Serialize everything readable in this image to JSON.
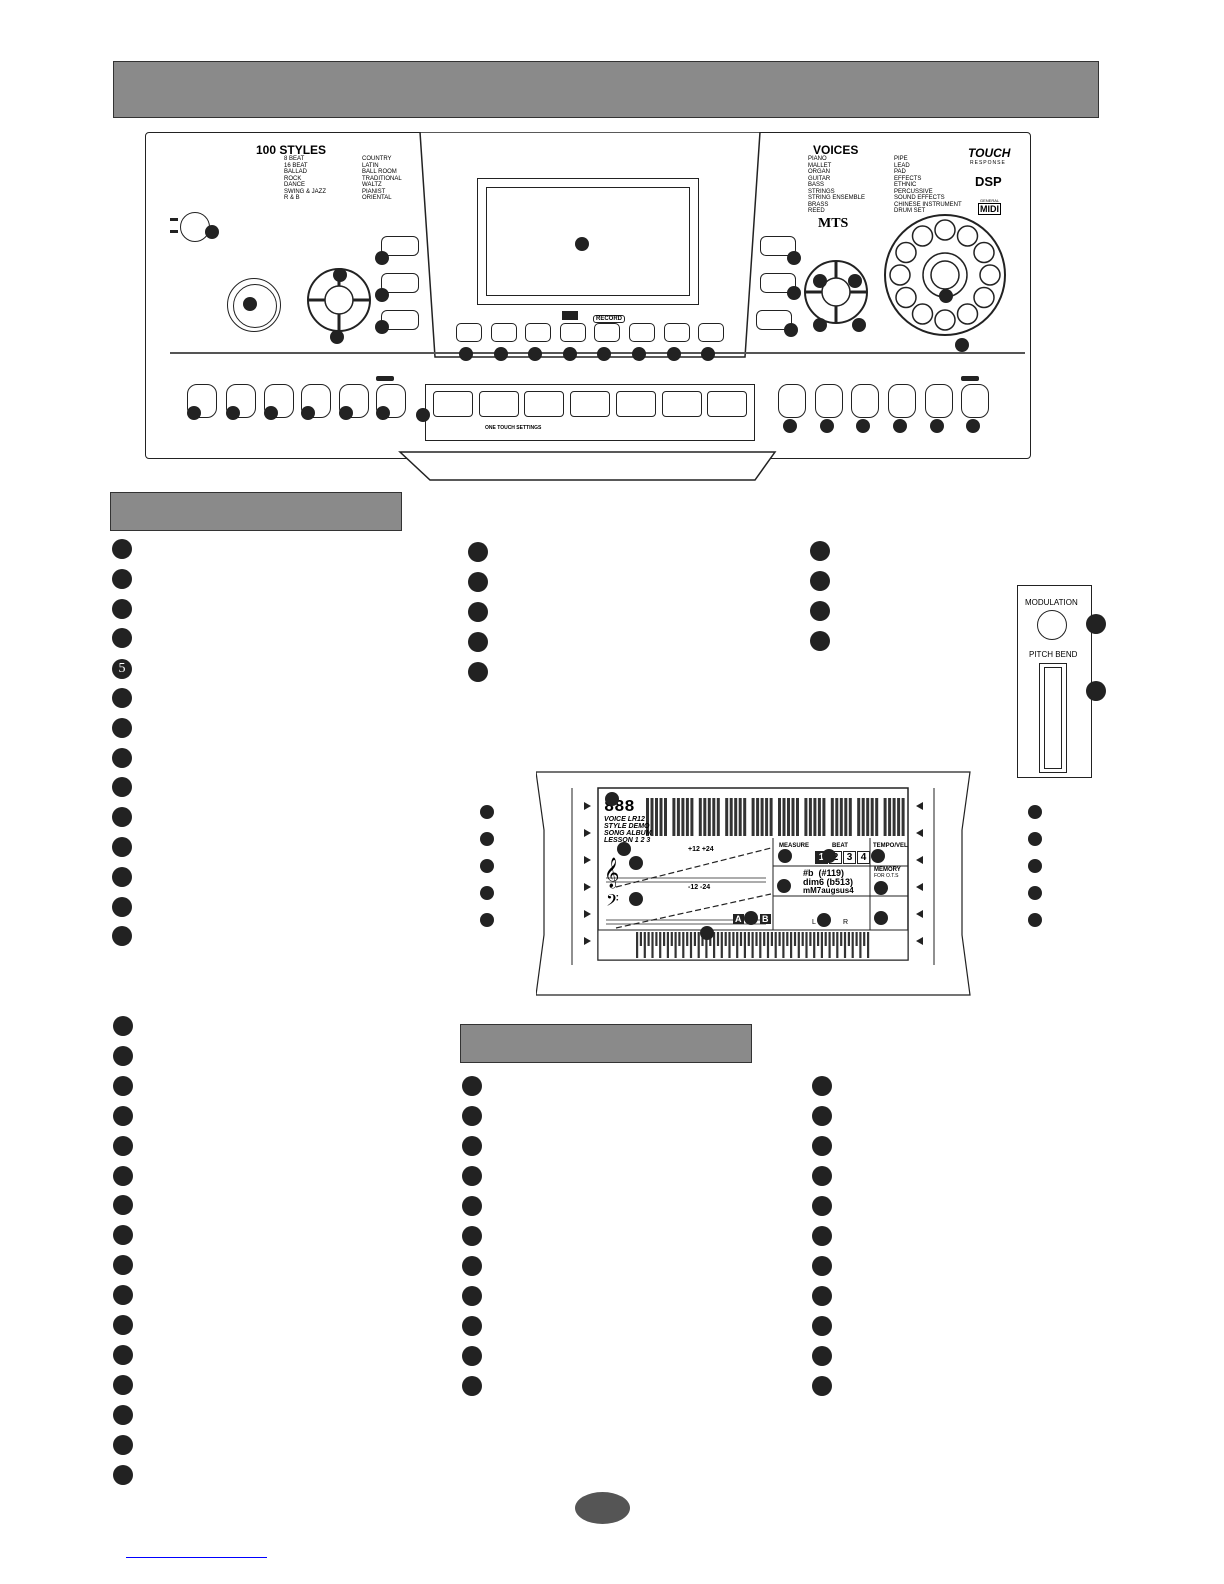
{
  "styles": {
    "title": "100 STYLES",
    "col1": [
      "8 BEAT",
      "16 BEAT",
      "BALLAD",
      "ROCK",
      "DANCE",
      "SWING & JAZZ",
      "R & B"
    ],
    "col2": [
      "COUNTRY",
      "LATIN",
      "BALL ROOM",
      "TRADITIONAL",
      "WALTZ",
      "PIANIST",
      "ORIENTAL"
    ]
  },
  "voices": {
    "title": "VOICES",
    "col1": [
      "PIANO",
      "MALLET",
      "ORGAN",
      "GUITAR",
      "BASS",
      "STRINGS",
      "STRING ENSEMBLE",
      "BRASS",
      "REED"
    ],
    "col2": [
      "PIPE",
      "LEAD",
      "PAD",
      "EFFECTS",
      "ETHNIC",
      "PERCUSSIVE",
      "SOUND EFFECTS",
      "CHINESE INSTRUMENT",
      "DRUM SET"
    ]
  },
  "logos": {
    "touch": "TOUCH",
    "touch_sub": "RESPONSE",
    "dsp": "DSP",
    "gm_top": "GENERAL",
    "midi": "MIDI",
    "mts": "MTS"
  },
  "panel_labels": {
    "record": "RECORD",
    "one_touch": "ONE TOUCH SETTINGS"
  },
  "wheels": {
    "modulation": "MODULATION",
    "pitch_bend": "PITCH BEND"
  },
  "lcd": {
    "seg_main": "888",
    "modes": [
      "VOICE  LR12",
      "STYLE DEMO",
      "SONG ALBUM",
      "LESSON 1 2 3"
    ],
    "transpose_up": "+12 +24",
    "transpose_down": "-12 -24",
    "measure": "MEASURE",
    "beat": "BEAT",
    "beat_nums": [
      "1",
      "2",
      "3",
      "4"
    ],
    "tempo": "TEMPO/VEL",
    "memory": "MEMORY",
    "memory_sub": "FOR O.T.S",
    "chord_line1": "#b  (#119)",
    "chord_line2": "dim6 (b513)",
    "chord_line3": "mM7augsus4",
    "ab": [
      "A",
      "B"
    ],
    "hand_l": "L",
    "hand_r": "R"
  },
  "five_label": "5"
}
